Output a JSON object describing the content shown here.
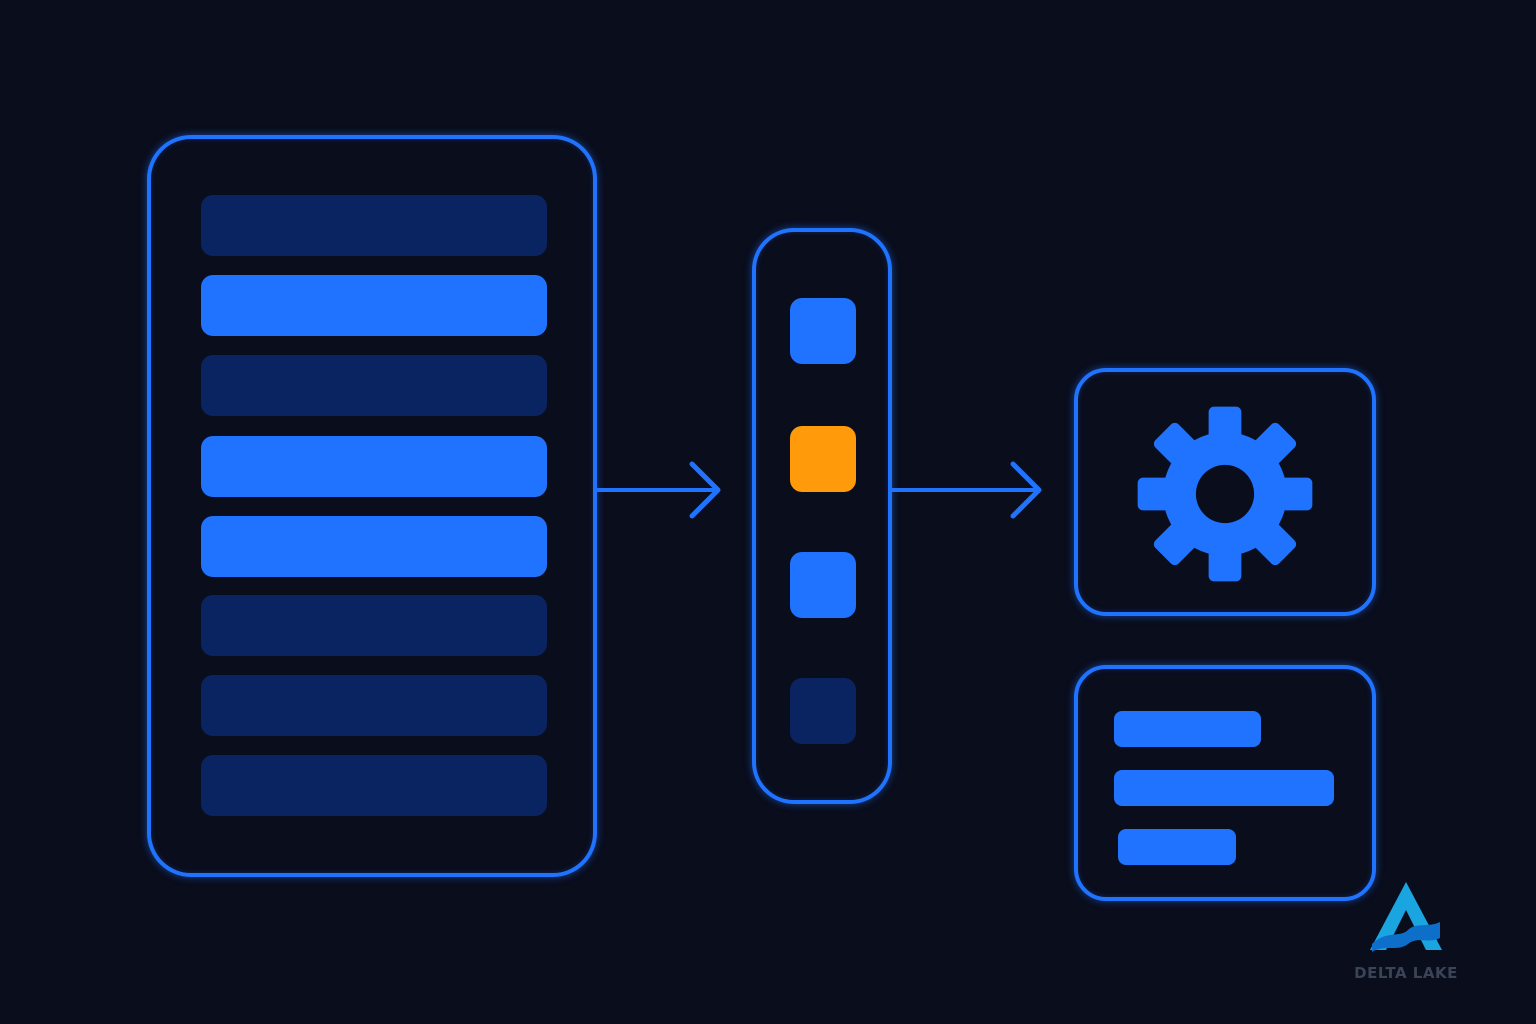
{
  "logo": {
    "label": "DELTA LAKE"
  },
  "table": {
    "rows": [
      {
        "state": "dim"
      },
      {
        "state": "active"
      },
      {
        "state": "dim"
      },
      {
        "state": "active"
      },
      {
        "state": "active"
      },
      {
        "state": "dim"
      },
      {
        "state": "dim"
      },
      {
        "state": "dim"
      }
    ]
  },
  "filter": {
    "squares": [
      {
        "state": "blue"
      },
      {
        "state": "orange"
      },
      {
        "state": "blue"
      },
      {
        "state": "dim"
      }
    ]
  },
  "output": {
    "gear_icon": "gear-icon",
    "lines": 3
  },
  "colors": {
    "background": "#0a0d1c",
    "accent": "#1f73ff",
    "dim": "#0a2462",
    "highlight": "#ff9a0a",
    "logo_teal": "#1aa4e0",
    "logo_text": "#3a4457"
  }
}
